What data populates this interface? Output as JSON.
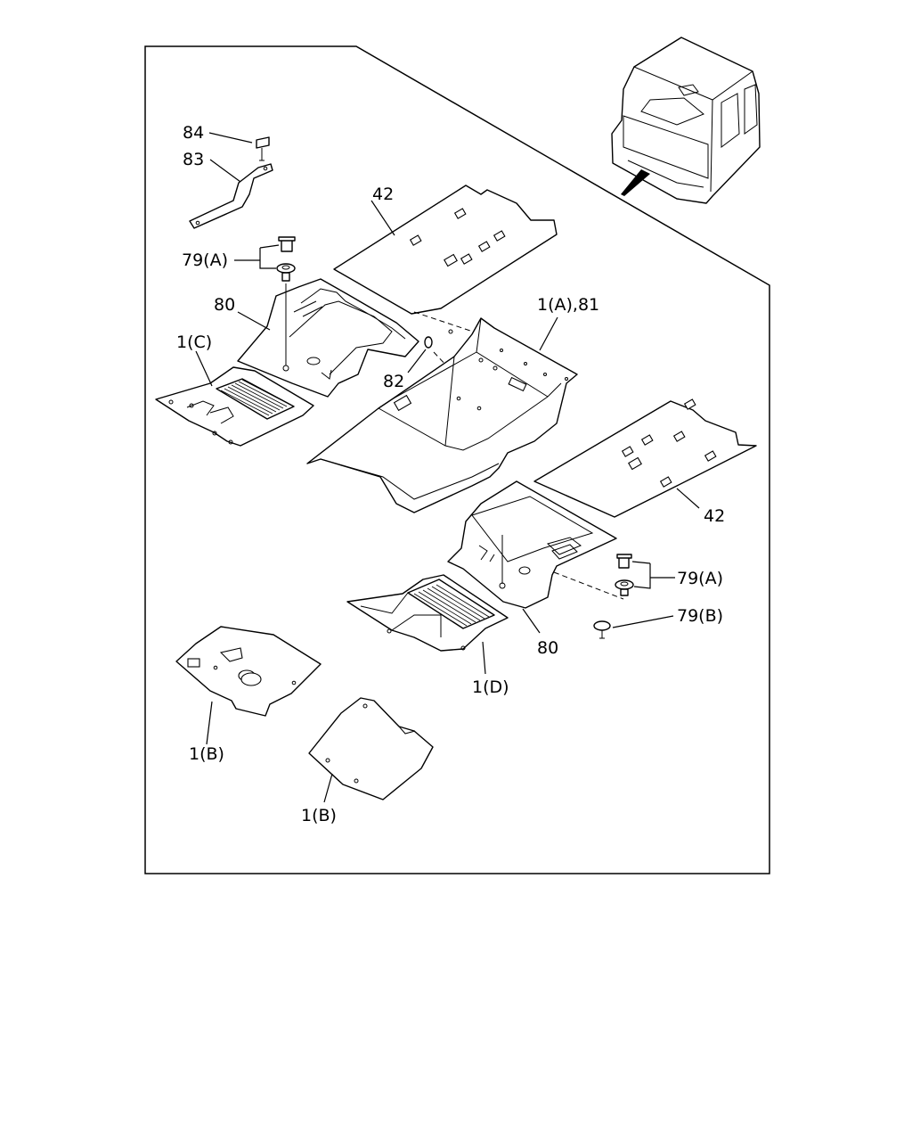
{
  "labels": {
    "l84": "84",
    "l83": "83",
    "l42_top": "42",
    "l79a_top": "79(A)",
    "l80_top": "80",
    "l1c": "1(C)",
    "l1a81": "1(A),81",
    "l82": "82",
    "l42_right": "42",
    "l79a_right": "79(A)",
    "l79b": "79(B)",
    "l80_bottom": "80",
    "l1d": "1(D)",
    "l1b_left": "1(B)",
    "l1b_bottom": "1(B)"
  },
  "colors": {
    "line": "#000000",
    "background": "#ffffff"
  }
}
